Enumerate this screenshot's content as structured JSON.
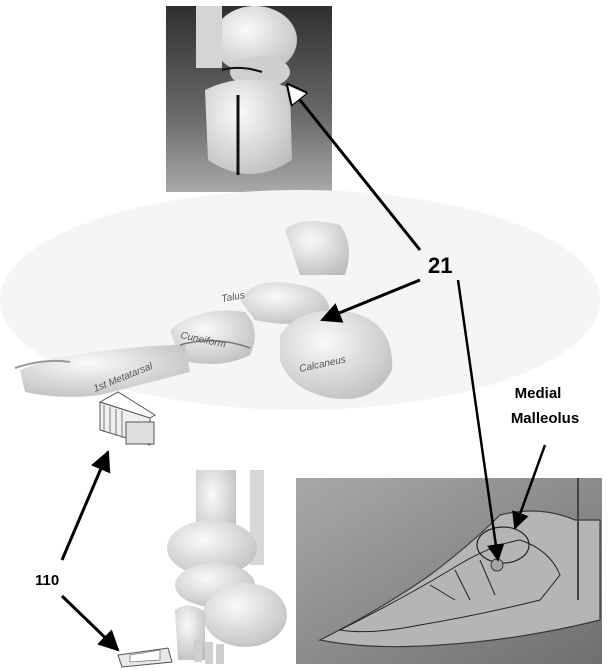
{
  "labels": {
    "ref_21": "21",
    "ref_110": "110",
    "medial_line1": "Medial",
    "medial_line2": "Malleolus"
  },
  "bone_labels": {
    "talus": "Talus",
    "calcaneus": "Calcaneus",
    "cuneiform": "Cuneiform",
    "first_metatarsal": "1st Metatarsal"
  },
  "colors": {
    "arrow": "#000000",
    "photo_bg_dark": "#3a3a3a",
    "bone": "#e6e6e6",
    "skin_bg": "#8c8c8c"
  }
}
